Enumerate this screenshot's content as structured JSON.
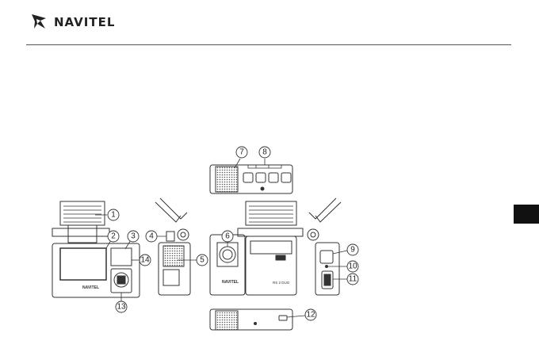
{
  "header": {
    "brand": "NAVITEL"
  },
  "figure": {
    "device_front_logo": "NAVITEL",
    "device_model_label": "RS 2 DUO",
    "callouts": [
      "1",
      "2",
      "3",
      "4",
      "5",
      "6",
      "7",
      "8",
      "9",
      "10",
      "11",
      "12",
      "13",
      "14"
    ]
  },
  "colors": {
    "ink": "#222222",
    "tab": "#111111"
  }
}
